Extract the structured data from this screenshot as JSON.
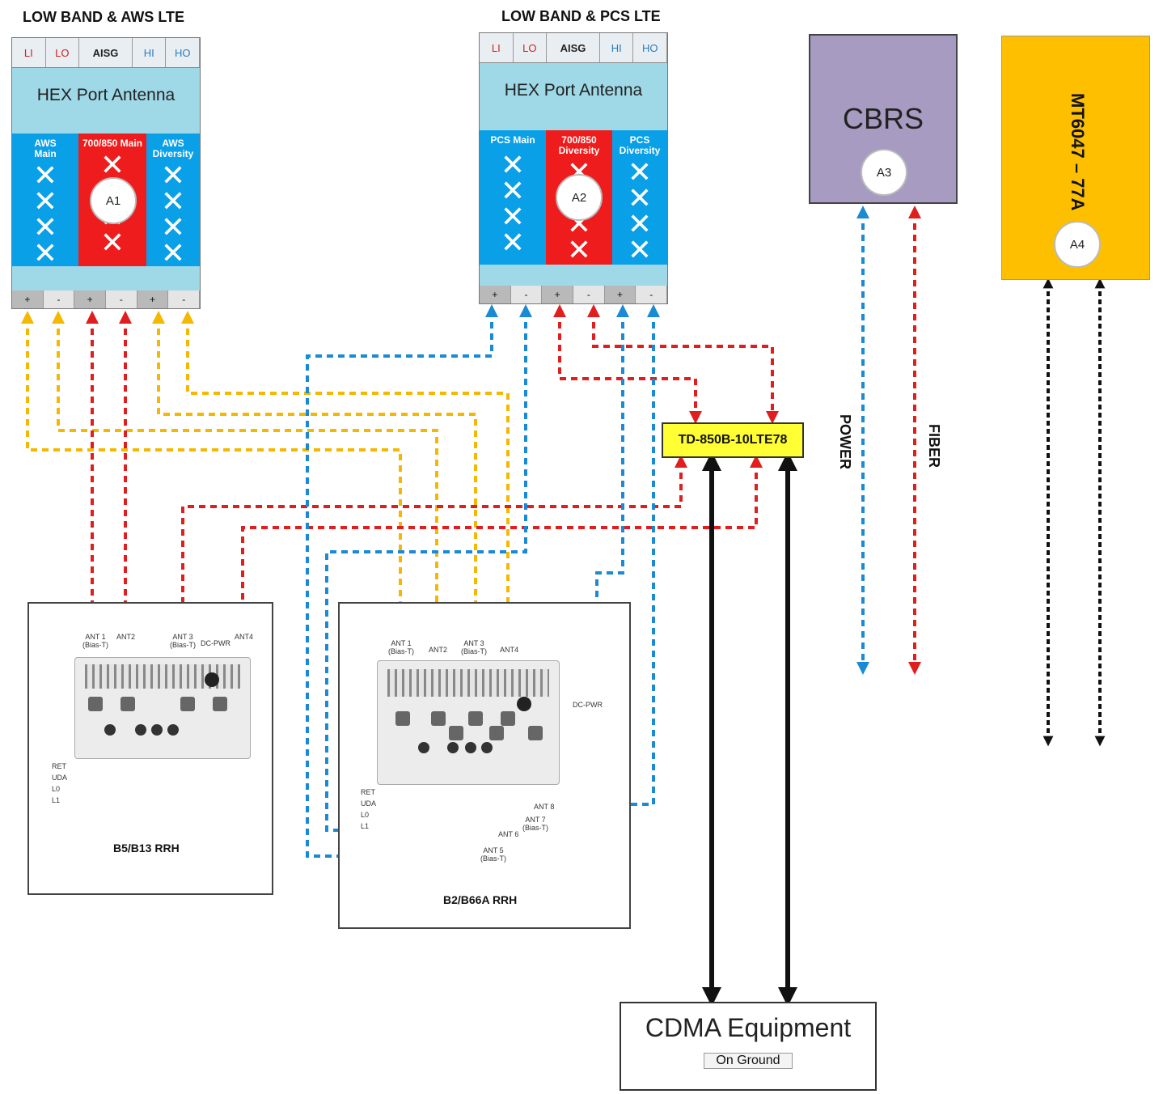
{
  "antenna_a1": {
    "title": "LOW BAND & AWS LTE",
    "tabs": [
      "LI",
      "LO",
      "AISG",
      "HI",
      "HO"
    ],
    "name": "HEX Port Antenna",
    "columns": [
      "AWS Main",
      "700/850 Main",
      "AWS Diversity"
    ],
    "marker": "A1",
    "ports": [
      "+",
      "-",
      "+",
      "-",
      "+",
      "-"
    ]
  },
  "antenna_a2": {
    "title": "LOW BAND & PCS LTE",
    "tabs": [
      "LI",
      "LO",
      "AISG",
      "HI",
      "HO"
    ],
    "name": "HEX Port Antenna",
    "columns": [
      "PCS Main",
      "700/850 Diversity",
      "PCS Diversity"
    ],
    "marker": "A2",
    "ports": [
      "+",
      "-",
      "+",
      "-",
      "+",
      "-"
    ]
  },
  "cbrs": {
    "name": "CBRS",
    "marker": "A3"
  },
  "mt": {
    "name": "MT6047 – 77A",
    "marker": "A4"
  },
  "diplexer": {
    "name": "TD-850B-10LTE78"
  },
  "labels": {
    "power": "POWER",
    "fiber": "FIBER"
  },
  "rrh1": {
    "name": "B5/B13 RRH",
    "ant1": "ANT 1",
    "ant1_sub": "(Bias-T)",
    "ant2": "ANT2",
    "ant3": "ANT 3",
    "ant3_sub": "(Bias-T)",
    "dcpwr": "DC-PWR",
    "ant4": "ANT4",
    "side": [
      "RET",
      "UDA",
      "L0",
      "L1"
    ]
  },
  "rrh2": {
    "name": "B2/B66A RRH",
    "ant1": "ANT 1",
    "ant1_sub": "(Bias-T)",
    "ant2": "ANT2",
    "ant3": "ANT 3",
    "ant3_sub": "(Bias-T)",
    "ant4": "ANT4",
    "dcpwr": "DC-PWR",
    "side": [
      "RET",
      "UDA",
      "L0",
      "L1"
    ],
    "ant5": "ANT 5",
    "ant5_sub": "(Bias-T)",
    "ant6": "ANT 6",
    "ant7": "ANT 7",
    "ant7_sub": "(Bias-T)",
    "ant8": "ANT 8"
  },
  "cdma": {
    "name": "CDMA Equipment",
    "sub": "On Ground"
  },
  "colors": {
    "yellow": "#f5b800",
    "red": "#e01e1e",
    "blue": "#1a8ad4",
    "black": "#111111",
    "antenna_blue": "#0aa0e8",
    "antenna_red": "#ee1c1c",
    "cbrs": "#a89bc2",
    "mt": "#fdbf00",
    "diplexer": "#ffff33"
  }
}
